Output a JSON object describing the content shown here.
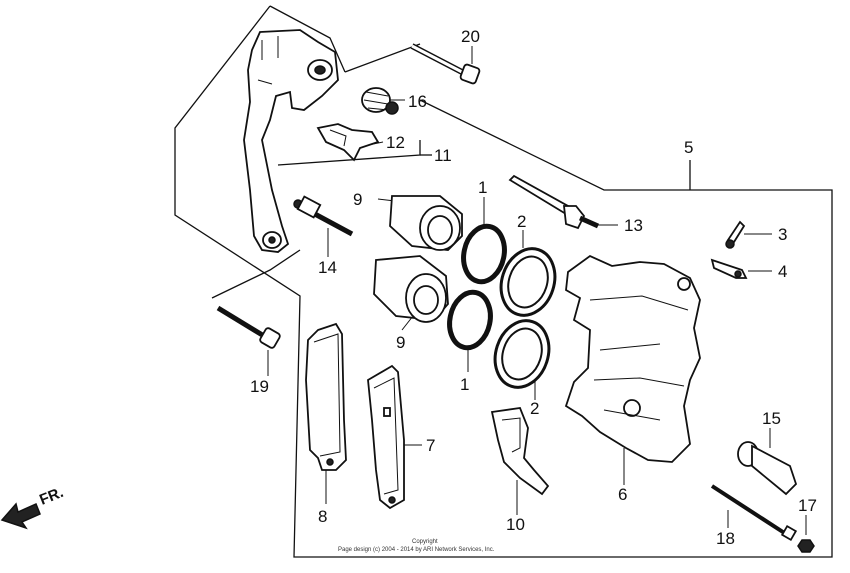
{
  "part_labels": {
    "p1a": "1",
    "p1b": "1",
    "p2a": "2",
    "p2b": "2",
    "p3": "3",
    "p4": "4",
    "p5": "5",
    "p6": "6",
    "p7": "7",
    "p8": "8",
    "p9a": "9",
    "p9b": "9",
    "p10": "10",
    "p11": "11",
    "p12": "12",
    "p13": "13",
    "p14": "14",
    "p15": "15",
    "p16": "16",
    "p17": "17",
    "p18": "18",
    "p19": "19",
    "p20": "20"
  },
  "direction": {
    "label": "FR."
  },
  "copyright": {
    "line1": "Copyright",
    "line2": "Page design (c) 2004 - 2014 by ARI Network Services, Inc."
  }
}
